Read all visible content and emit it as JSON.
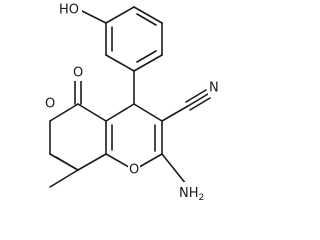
{
  "diagram_type": "chemical-structure",
  "atom_labels": {
    "hydroxyl": "HO",
    "carbonyl_oxygen": "O",
    "ring_oxygen_left": "O",
    "ring_oxygen_bottom": "O",
    "nitrile_nitrogen": "N",
    "amino": "NH",
    "amino_subscript": "2"
  },
  "colors": {
    "bond": "#1a1a1a",
    "background": "#ffffff"
  }
}
